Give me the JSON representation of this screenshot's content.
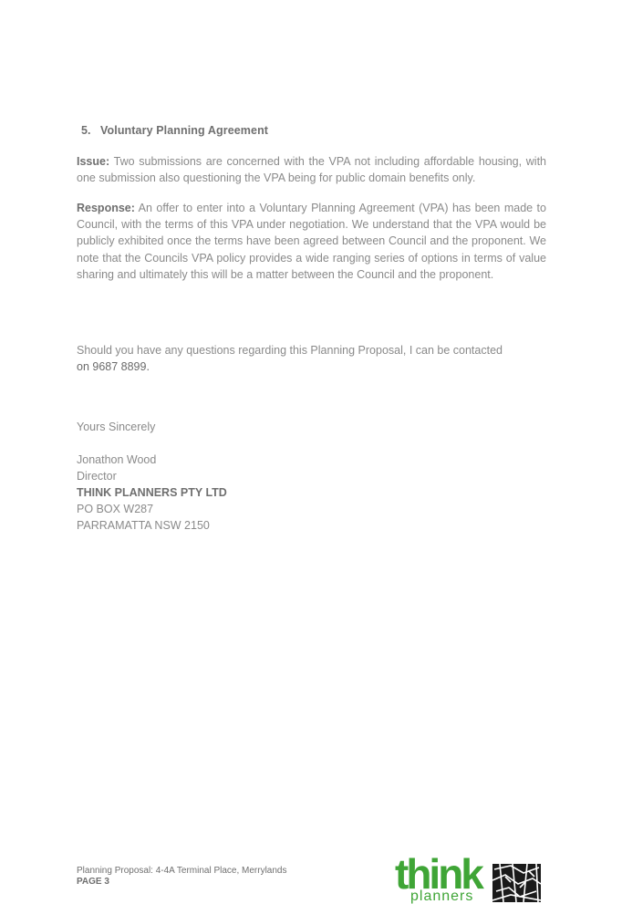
{
  "section": {
    "number": "5.",
    "title": "Voluntary Planning Agreement"
  },
  "issue": {
    "label": "Issue:",
    "text": "Two submissions are concerned with the VPA not including affordable housing, with one submission also questioning the VPA being for public domain benefits only."
  },
  "response": {
    "label": "Response:",
    "text": "An offer to enter into a Voluntary Planning Agreement (VPA) has been made to Council, with the terms of this VPA under negotiation. We understand that the VPA would be publicly exhibited once the terms have been agreed between Council and the proponent. We note that the Councils VPA policy provides a wide ranging series of options in terms of value sharing and ultimately this will be a matter between the Council and the proponent."
  },
  "contact": {
    "text": "Should you have any questions regarding this Planning Proposal, I can be contacted",
    "phone_line": "on 9687 8899."
  },
  "closing": "Yours Sincerely",
  "signature": {
    "name": "Jonathon Wood",
    "title": "Director",
    "company": "THINK PLANNERS PTY LTD",
    "po_box": "PO BOX W287",
    "city": "PARRAMATTA NSW 2150"
  },
  "footer": {
    "document": "Planning Proposal: 4-4A Terminal Place, Merrylands",
    "page": "PAGE 3"
  },
  "logo": {
    "word": "think",
    "subword": "planners",
    "color": "#3fa536"
  }
}
